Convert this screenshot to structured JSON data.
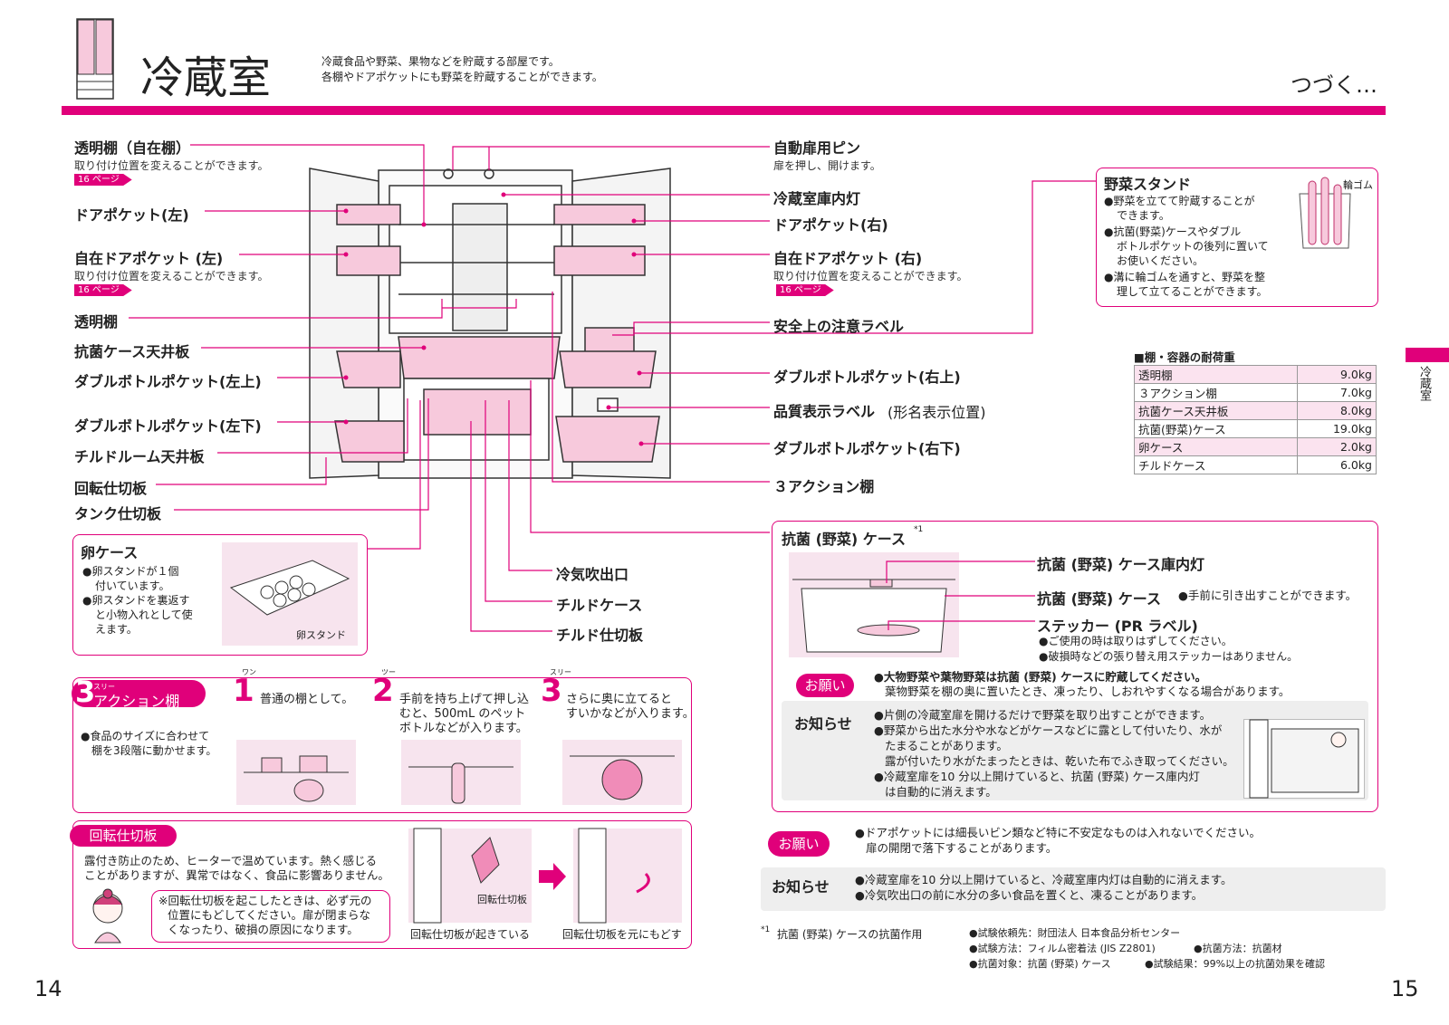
{
  "header": {
    "title": "冷蔵室",
    "desc_line1": "冷蔵食品や野菜、果物などを貯蔵する部屋です。",
    "desc_line2": "各棚やドアポケットにも野菜を貯蔵することができます。",
    "continue": "つづく…"
  },
  "side_tab": "冷蔵室",
  "page_left": "14",
  "page_right": "15",
  "left_labels": {
    "toumei_jizai": "透明棚（自在棚）",
    "toumei_jizai_sub": "取り付け位置を変えることができます。",
    "page_ref_1": "16 ページ",
    "door_left": "ドアポケット(左)",
    "jizai_door_left": "自在ドアポケット (左)",
    "jizai_door_left_sub": "取り付け位置を変えることができます。",
    "page_ref_2": "16 ページ",
    "toumei": "透明棚",
    "koukin_tenjou": "抗菌ケース天井板",
    "double_lu": "ダブルボトルポケット(左上)",
    "double_ld": "ダブルボトルポケット(左下)",
    "chilled_tenjou": "チルドルーム天井板",
    "kaiten": "回転仕切板",
    "tank": "タンク仕切板"
  },
  "right_labels": {
    "auto_pin": "自動扉用ピン",
    "auto_pin_sub": "扉を押し、開けます。",
    "light": "冷蔵室庫内灯",
    "door_right": "ドアポケット(右)",
    "jizai_door_right": "自在ドアポケット (右)",
    "jizai_door_right_sub": "取り付け位置を変えることができます。",
    "page_ref_3": "16 ページ",
    "safety_label": "安全上の注意ラベル",
    "double_ru": "ダブルボトルポケット(右上)",
    "quality": "品質表示ラベル",
    "quality_sub": "(形名表示位置)",
    "double_rd": "ダブルボトルポケット(右下)",
    "three_action": "３アクション棚"
  },
  "bottom_center_labels": {
    "cold_air": "冷気吹出口",
    "chilled_case": "チルドケース",
    "chilled_partition": "チルド仕切板"
  },
  "vegetable_stand": {
    "title": "野菜スタンド",
    "rubber": "輪ゴム",
    "b1a": "●野菜を立てて貯蔵することが",
    "b1b": "できます。",
    "b2a": "●抗菌(野菜)ケースやダブル",
    "b2b": "ボトルポケットの後列に置いて",
    "b2c": "お使いください。",
    "b3a": "●溝に輪ゴムを通すと、野菜を整",
    "b3b": "理して立てることができます。"
  },
  "load_table": {
    "title": "■棚・容器の耐荷重",
    "rows": [
      {
        "name": "透明棚",
        "value": "9.0kg"
      },
      {
        "name": "３アクション棚",
        "value": "7.0kg"
      },
      {
        "name": "抗菌ケース天井板",
        "value": "8.0kg"
      },
      {
        "name": "抗菌(野菜)ケース",
        "value": "19.0kg"
      },
      {
        "name": "卵ケース",
        "value": "2.0kg"
      },
      {
        "name": "チルドケース",
        "value": "6.0kg"
      }
    ]
  },
  "egg_case": {
    "title": "卵ケース",
    "b1a": "●卵スタンドが１個",
    "b1b": "付いています。",
    "b2a": "●卵スタンドを裏返す",
    "b2b": "と小物入れとして使",
    "b2c": "えます。",
    "stand_label": "卵スタンド"
  },
  "three_action_box": {
    "num": "3",
    "ruby": "スリー",
    "title": "アクション棚",
    "desc_a": "●食品のサイズに合わせて",
    "desc_b": "棚を3段階に動かせます。",
    "s1_num": "1",
    "s1_ruby": "ワン",
    "s1_text": "普通の棚として。",
    "s2_num": "2",
    "s2_ruby": "ツー",
    "s2_text_a": "手前を持ち上げて押し込",
    "s2_text_b": "むと、500mL のペット",
    "s2_text_c": "ボトルなどが入ります。",
    "s3_num": "3",
    "s3_ruby": "スリー",
    "s3_text_a": "さらに奥に立てると",
    "s3_text_b": "すいかなどが入ります。"
  },
  "kaiten_box": {
    "title": "回転仕切板",
    "desc_a": "露付き防止のため、ヒーターで温めています。熱く感じる",
    "desc_b": "ことがありますが、異常ではなく、食品に影響ありません。",
    "note_a": "※回転仕切板を起こしたときは、必ず元の",
    "note_b": "位置にもどしてください。扉が閉まらな",
    "note_c": "くなったり、破損の原因になります。",
    "img_label": "回転仕切板",
    "cap1": "回転仕切板が起きている",
    "cap2": "回転仕切板を元にもどす"
  },
  "veg_case_box": {
    "title": "抗菌 (野菜) ケース",
    "sup": "*1",
    "light": "抗菌 (野菜) ケース庫内灯",
    "case": "抗菌 (野菜) ケース",
    "case_note": "●手前に引き出すことができます。",
    "sticker": "ステッカー (PR ラベル)",
    "sticker_n1": "●ご使用の時は取りはずしてください。",
    "sticker_n2": "●破損時などの張り替え用ステッカーはありません。",
    "onegai": "お願い",
    "onegai_a": "●大物野菜や葉物野菜は抗菌 (野菜) ケースに貯蔵してください。",
    "onegai_b": "葉物野菜を棚の奥に置いたとき、凍ったり、しおれやすくなる場合があります。",
    "oshirase": "お知らせ",
    "n1": "●片側の冷蔵室扉を開けるだけで野菜を取り出すことができます。",
    "n2a": "●野菜から出た水分や水などがケースなどに露として付いたり、水が",
    "n2b": "たまることがあります。",
    "n2c": "露が付いたり水がたまったときは、乾いた布でふき取ってください。",
    "n3a": "●冷蔵室扉を10 分以上開けていると、抗菌 (野菜) ケース庫内灯",
    "n3b": "は自動的に消えます。"
  },
  "bottom_right": {
    "onegai": "お願い",
    "onegai_a": "●ドアポケットには細長いビン類など特に不安定なものは入れないでください。",
    "onegai_b": "扉の開閉で落下することがあります。",
    "oshirase": "お知らせ",
    "n1": "●冷蔵室扉を10 分以上開けていると、冷蔵室庫内灯は自動的に消えます。",
    "n2": "●冷気吹出口の前に水分の多い食品を置くと、凍ることがあります。"
  },
  "footnote": {
    "mark": "*1",
    "title": "抗菌 (野菜) ケースの抗菌作用",
    "l1": "●試験依頼先：財団法人 日本食品分析センター",
    "l2a": "●試験方法：フィルム密着法 (JIS Z2801)",
    "l2b": "●抗菌方法：抗菌材",
    "l3a": "●抗菌対象：抗菌 (野菜) ケース",
    "l3b": "●試験結果：99%以上の抗菌効果を確認"
  },
  "colors": {
    "accent": "#e0007a",
    "pink_fill": "#f7c9dc",
    "gray": "#eeeeee"
  }
}
